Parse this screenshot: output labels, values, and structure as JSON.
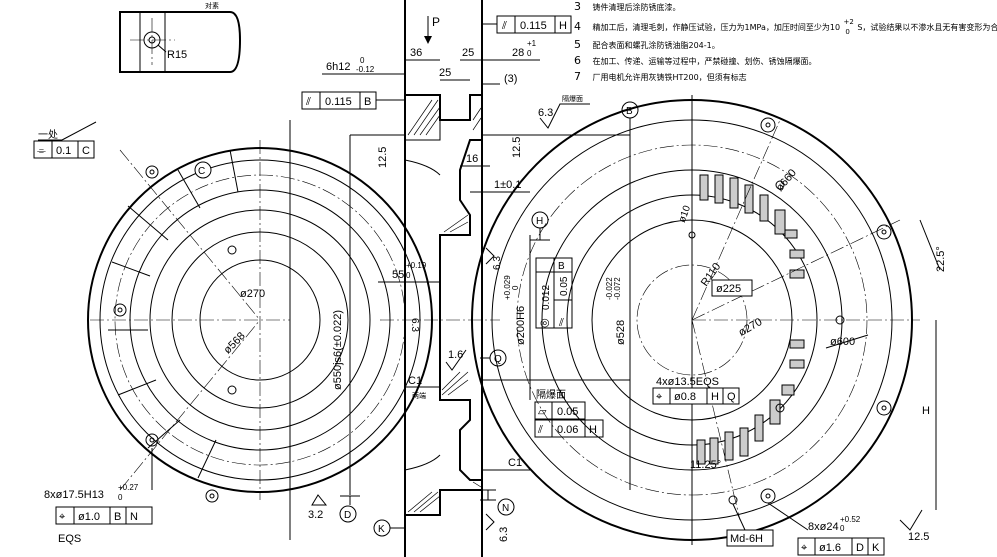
{
  "notes": [
    {
      "num": "3",
      "text": "铸件清理后涂防锈底漆。"
    },
    {
      "num": "4",
      "text": "精加工后，清理毛刺，作静压试验，压力为1MPa，加压时间至少为10",
      "sup": "+2",
      "sub": "0",
      "tail": "S，试验结果以不渗水且无有害变形为合"
    },
    {
      "num": "5",
      "text": "配合表面和螺孔涂防锈油脂204-1。"
    },
    {
      "num": "6",
      "text": "在加工、传递、运输等过程中，严禁碰撞、划伤、锈蚀隔爆面。"
    },
    {
      "num": "7",
      "text": "厂用电机允许用灰铸铁HT200，但须有标志"
    }
  ],
  "left_view": {
    "r15": "R15",
    "duisu": "对素",
    "yichu": "一处",
    "frame_c": {
      "sym": "⌯",
      "val": "0.1",
      "datum": "C"
    },
    "balloon_c": "C",
    "dia270": "ø270",
    "dia568": "ø568",
    "holes": "8xø17.5H13",
    "holes_tol_up": "+0.27",
    "holes_tol_lo": "0",
    "frame_bn": {
      "sym": "⌖",
      "val": "ø1.0",
      "d1": "B",
      "d2": "N"
    },
    "eqs": "EQS"
  },
  "section_view": {
    "frame_top": {
      "sym": "⫽",
      "val": "0.115",
      "datum": "H"
    },
    "label_p": "P",
    "dim36": "36",
    "dim25a": "25",
    "dim25b": "25",
    "dim28": "28",
    "dim28_tol": "+1",
    "dim28_tol_lo": "0",
    "dim3": "(3)",
    "dim6h12": "6h12",
    "dim6h12_up": "0",
    "dim6h12_lo": "-0.12",
    "frame_b": {
      "sym": "⫽",
      "val": "0.115",
      "datum": "B"
    },
    "rough63_top": "6.3",
    "geba_small": "隔爆面",
    "balloon_b": "B",
    "r125_left": "12.5",
    "r125_right": "12.5",
    "dim16": "16",
    "dim1": "1±0.1",
    "balloon_h": "H",
    "dia550": "ø550js6(±0.022)",
    "dim55": "55",
    "dim55_up": "+0.19",
    "dim55_lo": "0",
    "rough63_mid": "6.3",
    "rough63_inner": "6.3",
    "dia200": "ø200H6",
    "dia200_up": "+0.029",
    "dia200_lo": "0",
    "frame_012": {
      "sym": "◎",
      "val": "0.012",
      "datum": "B"
    },
    "frame_005": {
      "sym": "⫽",
      "val": "0.05"
    },
    "dia528": "ø528",
    "dia528_up": "-0.022",
    "dia528_lo": "-0.072",
    "dim16b": "1.6",
    "balloon_q": "Q",
    "c1a": "C1",
    "liangduan": "两端",
    "geba": "隔爆面",
    "frame_flat": {
      "sym": "▱",
      "val": "0.05"
    },
    "frame_run": {
      "sym": "⫽",
      "val": "0.06",
      "datum": "H"
    },
    "c1b": "C1",
    "dim32": "3.2",
    "balloon_d": "D",
    "balloon_n": "N",
    "balloon_k": "K",
    "dim63_bot": "6.3"
  },
  "right_view": {
    "dia660": "ø660",
    "dia10": "ø10",
    "r110": "R110",
    "dia225": "ø225",
    "ang225": "22.5°",
    "dia270": "ø270",
    "dia600": "ø600",
    "holes": "4xø13.5EQS",
    "frame_hq": {
      "sym": "⌖",
      "val": "ø0.8",
      "d1": "H",
      "d2": "Q"
    },
    "dim_h": "H",
    "ang1125": "11.25°",
    "md6h": "Md-6H",
    "holes24": "8xø24",
    "holes24_up": "+0.52",
    "holes24_lo": "0",
    "frame_dk": {
      "sym": "⌖",
      "val": "ø1.6",
      "d1": "D",
      "d2": "K"
    },
    "rough125": "12.5"
  }
}
